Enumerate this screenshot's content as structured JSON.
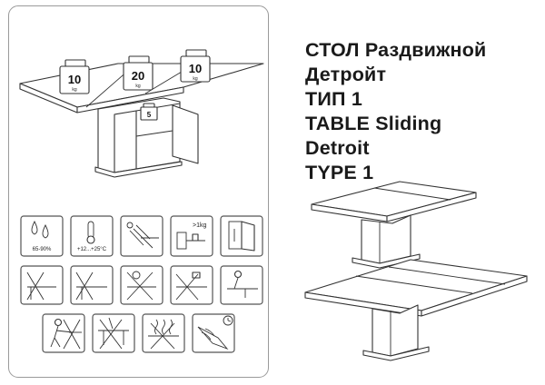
{
  "title": {
    "lines": [
      "СТОЛ Раздвижной",
      "Детройт",
      "ТИП 1",
      "TABLE Sliding",
      "Detroit",
      "TYPE 1"
    ]
  },
  "weights": [
    {
      "value": "10",
      "unit": "kg"
    },
    {
      "value": "20",
      "unit": "kg"
    },
    {
      "value": "10",
      "unit": "kg"
    }
  ],
  "icons": {
    "humidity": "65-90%",
    "temperature": "+12...+25°C",
    "load": ">1kg"
  },
  "icon_names": [
    "humidity-icon",
    "temperature-icon",
    "sunlight-icon",
    "load-limit-icon",
    "door-icon",
    "no-stand-icon",
    "no-lean-icon",
    "no-hang-icon",
    "no-tools-icon",
    "no-sit-icon",
    "no-push-icon",
    "no-disassemble-icon",
    "no-heat-icon",
    "clean-icon",
    "clock-icon"
  ]
}
